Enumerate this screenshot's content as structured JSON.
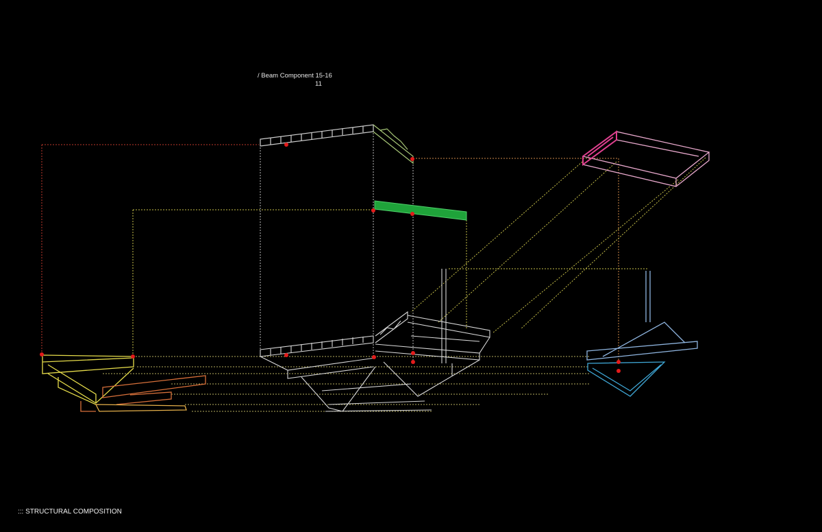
{
  "annotation": {
    "label": "/ Beam Component 15-16",
    "number": "11"
  },
  "caption": "::: STRUCTURAL COMPOSITION",
  "colors": {
    "background": "#000000",
    "frame_white": "#d8d8d8",
    "beam_green": "#1fa33a",
    "frame_pink": "#e0408f",
    "frame_pink_light": "#e8a8cc",
    "frame_cyan": "#3fa7d6",
    "frame_blue": "#8fb5e0",
    "frame_yellow": "#e6dc4a",
    "frame_orange": "#d8703a",
    "guide_red": "#c0392b",
    "guide_yellow": "#c9c24a",
    "guide_orange": "#d08a4a",
    "node_red": "#e31b1b"
  }
}
